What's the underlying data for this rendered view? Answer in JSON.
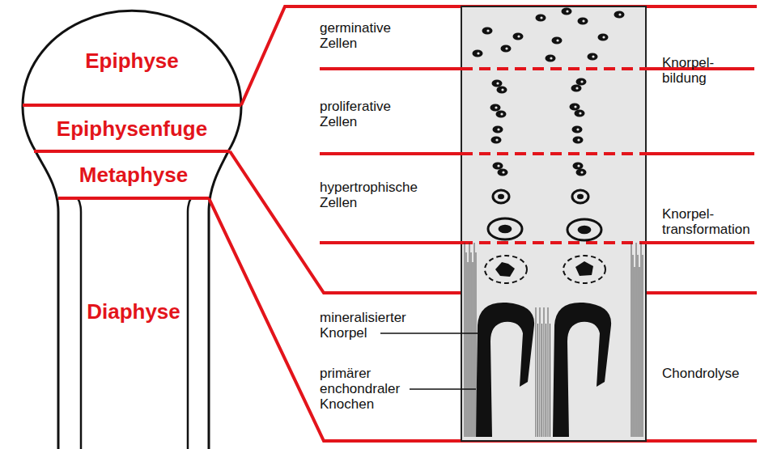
{
  "diagram": {
    "labels": [
      "Epiphyse",
      "Epiphysenfuge",
      "Metaphyse",
      "Diaphyse",
      "germinative Zellen",
      "proliferative Zellen",
      "hypertrophische Zellen",
      "mineralisierter Knorpel",
      "primärer enchondraler Knochen",
      "Knorpel- bildung",
      "Knorpel- transformation",
      "Chondrolyse"
    ]
  }
}
